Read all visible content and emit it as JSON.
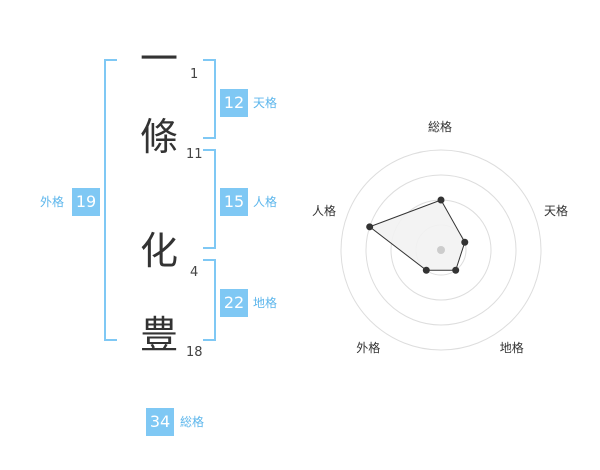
{
  "name": {
    "characters": [
      {
        "char": "一",
        "strokes": "1"
      },
      {
        "char": "條",
        "strokes": "11"
      },
      {
        "char": "化",
        "strokes": "4"
      },
      {
        "char": "豊",
        "strokes": "18"
      }
    ]
  },
  "fortune": {
    "tenkaku": {
      "value": "12",
      "label": "天格"
    },
    "jinkaku": {
      "value": "15",
      "label": "人格"
    },
    "chikaku": {
      "value": "22",
      "label": "地格"
    },
    "gaikaku": {
      "value": "19",
      "label": "外格"
    },
    "soukaku": {
      "value": "34",
      "label": "総格"
    }
  },
  "chart_data": {
    "type": "radar",
    "axes": [
      "総格",
      "天格",
      "地格",
      "外格",
      "人格"
    ],
    "levels": 4,
    "values": [
      2,
      1,
      1,
      1,
      3
    ],
    "max": 4,
    "colors": {
      "fill": "#f2f2f2",
      "line": "#333333",
      "grid": "#dddddd",
      "point": "#333333",
      "center": "#cccccc"
    }
  },
  "colors": {
    "accent": "#7fc8f4",
    "accent_text": "#5cb6ec",
    "bracket": "#7fc8f4"
  }
}
